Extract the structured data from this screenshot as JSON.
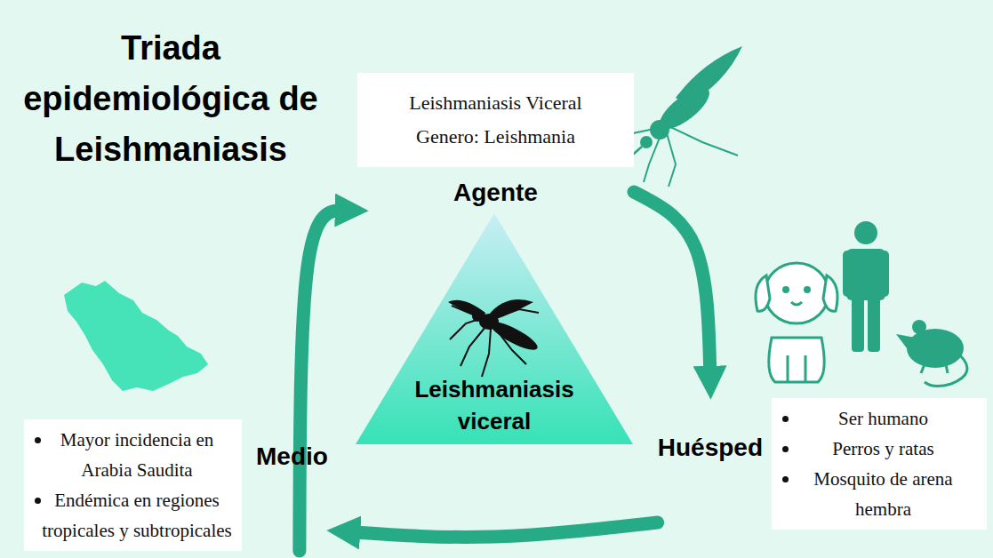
{
  "diagram": {
    "title": "Triada epidemiológica de Leishmaniasis",
    "nodes": [
      {
        "text": [
          "Leishmaniasis Viceral",
          "Genero: Leishmania",
          "Agente"
        ]
      },
      {
        "text": [
          "Leishmaniasis viceral"
        ]
      },
      {
        "text": [
          "Medio",
          "Mayor incidencia en Arabia Saudita",
          "Endémica en regiones tropicales y subtropicales"
        ]
      },
      {
        "text": [
          "Huésped",
          "Ser humano",
          "Perros y ratas",
          "Mosquito de arena hembra"
        ]
      }
    ],
    "edges": [
      {
        "from": 2,
        "to": 0,
        "arrow": "to"
      },
      {
        "from": 0,
        "to": 3,
        "arrow": "to"
      },
      {
        "from": 3,
        "to": 2,
        "arrow": "to"
      }
    ]
  }
}
